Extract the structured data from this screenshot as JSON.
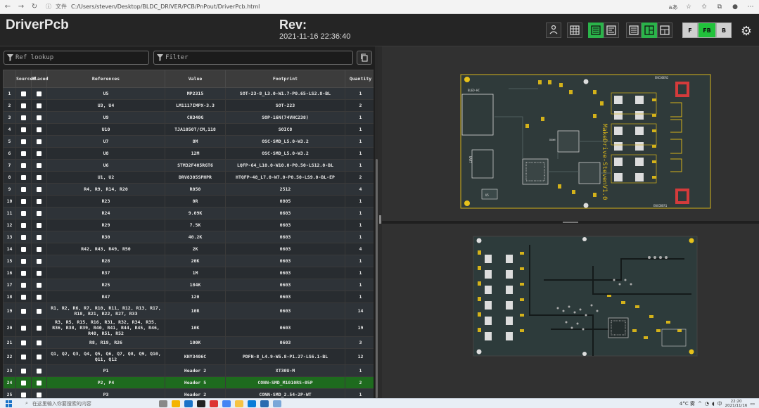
{
  "browser": {
    "nav_back": "←",
    "nav_forward": "→",
    "nav_refresh": "↻",
    "info": "ⓘ",
    "file_tag": "文件",
    "url": "C:/Users/steven/Desktop/BLDC_DRIVER/PCB/PnPout/DriverPcb.html",
    "read_aloud": "aあ"
  },
  "header": {
    "title": "DriverPcb",
    "rev_label": "Rev:",
    "rev_date": "2021-11-16 22:36:40",
    "layer_f": "F",
    "layer_fb": "FB",
    "layer_b": "B"
  },
  "filters": {
    "ref_placeholder": "Ref lookup",
    "filter_placeholder": "Filter"
  },
  "table": {
    "headers": [
      "",
      "Sourced",
      "Placed",
      "References",
      "Value",
      "Footprint",
      "Quantity"
    ],
    "rows": [
      {
        "n": "1",
        "refs": "U5",
        "value": "MP2315",
        "fp": "SOT-23-8_L3.0-W1.7-P0.65-LS2.8-BL",
        "qty": "1"
      },
      {
        "n": "2",
        "refs": "U3, U4",
        "value": "LM1117IMPX-3.3",
        "fp": "SOT-223",
        "qty": "2"
      },
      {
        "n": "3",
        "refs": "U9",
        "value": "CH340G",
        "fp": "SOP-16N(74VHC238)",
        "qty": "1"
      },
      {
        "n": "4",
        "refs": "U10",
        "value": "TJA1050T/CM,118",
        "fp": "SOIC8",
        "qty": "1"
      },
      {
        "n": "5",
        "refs": "U7",
        "value": "8M",
        "fp": "OSC-SMD_L5.0-W3.2",
        "qty": "1"
      },
      {
        "n": "6",
        "refs": "U8",
        "value": "12M",
        "fp": "OSC-SMD_L5.0-W3.2",
        "qty": "1"
      },
      {
        "n": "7",
        "refs": "U6",
        "value": "STM32F405RGT6",
        "fp": "LQFP-64_L10.0-W10.0-P0.50-LS12.0-BL",
        "qty": "1"
      },
      {
        "n": "8",
        "refs": "U1, U2",
        "value": "DRV8305SPHPR",
        "fp": "HTQFP-48_L7.0-W7.0-P0.50-LS9.0-BL-EP",
        "qty": "2"
      },
      {
        "n": "9",
        "refs": "R4, R9, R14, R20",
        "value": "R050",
        "fp": "2512",
        "qty": "4"
      },
      {
        "n": "10",
        "refs": "R23",
        "value": "0R",
        "fp": "0805",
        "qty": "1"
      },
      {
        "n": "11",
        "refs": "R24",
        "value": "9.09K",
        "fp": "0603",
        "qty": "1"
      },
      {
        "n": "12",
        "refs": "R29",
        "value": "7.5K",
        "fp": "0603",
        "qty": "1"
      },
      {
        "n": "13",
        "refs": "R30",
        "value": "40.2K",
        "fp": "0603",
        "qty": "1"
      },
      {
        "n": "14",
        "refs": "R42, R43, R49, R50",
        "value": "2K",
        "fp": "0603",
        "qty": "4"
      },
      {
        "n": "15",
        "refs": "R28",
        "value": "20K",
        "fp": "0603",
        "qty": "1"
      },
      {
        "n": "16",
        "refs": "R37",
        "value": "1M",
        "fp": "0603",
        "qty": "1"
      },
      {
        "n": "17",
        "refs": "R25",
        "value": "184K",
        "fp": "0603",
        "qty": "1"
      },
      {
        "n": "18",
        "refs": "R47",
        "value": "120",
        "fp": "0603",
        "qty": "1"
      },
      {
        "n": "19",
        "refs": "R1, R2, R6, R7, R10, R11, R12, R13, R17, R18, R21, R22, R27, R33",
        "value": "10R",
        "fp": "0603",
        "qty": "14"
      },
      {
        "n": "20",
        "refs": "R3, R5, R15, R16, R31, R32, R34, R35, R36, R38, R39, R40, R41, R44, R45, R46, R48, R51, R52",
        "value": "10K",
        "fp": "0603",
        "qty": "19"
      },
      {
        "n": "21",
        "refs": "R8, R19, R26",
        "value": "100K",
        "fp": "0603",
        "qty": "3"
      },
      {
        "n": "22",
        "refs": "Q1, Q2, Q3, Q4, Q5, Q6, Q7, Q8, Q9, Q10, Q11, Q12",
        "value": "KNY3406C",
        "fp": "PDFN-8_L4.9-W5.8-P1.27-LS6.1-BL",
        "qty": "12"
      },
      {
        "n": "23",
        "refs": "P1",
        "value": "Header 2",
        "fp": "XT30U-M",
        "qty": "1"
      },
      {
        "n": "24",
        "refs": "P2, P4",
        "value": "Header 5",
        "fp": "CONN-SMD_M1010RS-05P",
        "qty": "2"
      },
      {
        "n": "25",
        "refs": "P3",
        "value": "Header 2",
        "fp": "CONN-SMD_2.54-2P-WT",
        "qty": "1"
      }
    ]
  },
  "pcb_top": {
    "silk_title": "MakeDrive-StevenV1.0",
    "encoder_label_1": "ENCODER1",
    "encoder_label_2": "ENCODER2",
    "label_down": "DOWN",
    "label_uart": "UART",
    "label_led": "BLED-HC",
    "label_u5": "U5"
  },
  "taskbar": {
    "search_placeholder": "在这里输入你要搜索的内容",
    "weather": "4°C 雾",
    "ime": "中",
    "time": "22:20",
    "date": "2021/11/16"
  },
  "colors": {
    "bg": "#252525",
    "table_row_a": "#2e3338",
    "table_row_b": "#282c30",
    "highlight": "#1e6b1e",
    "toggle_on": "#2bb44a",
    "pcb_board": "#2d3b3b",
    "pcb_silk": "#d4b21a",
    "pcb_pad": "#cfcfcf",
    "encoder_red": "#d43b3b"
  }
}
